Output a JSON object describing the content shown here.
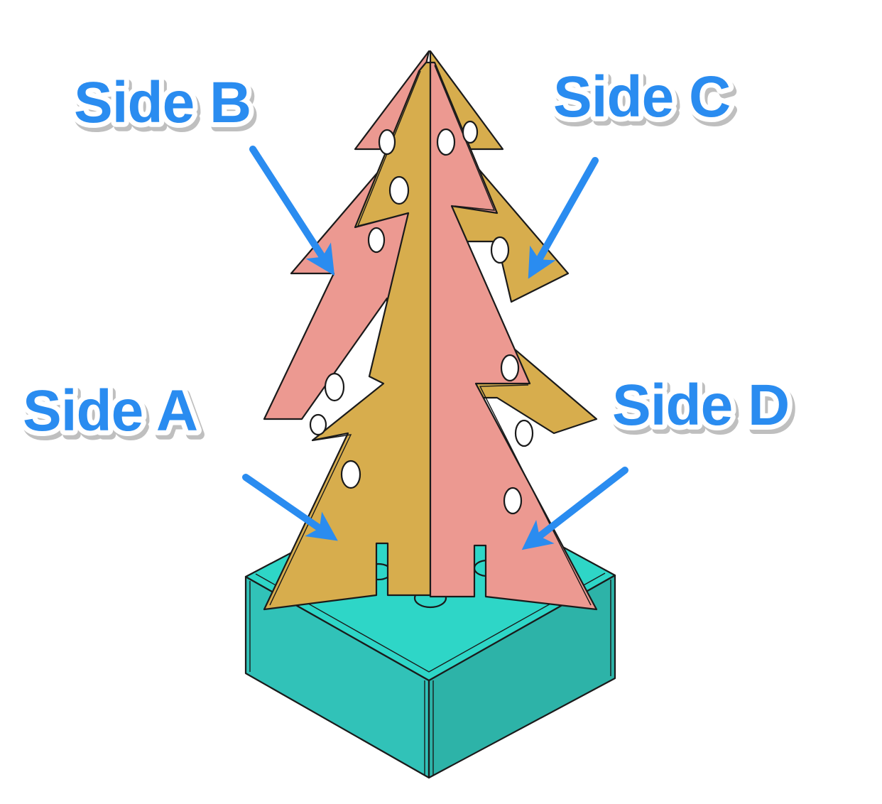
{
  "colors": {
    "side_a_face": "#d7ad4d",
    "side_b_face": "#ec9991",
    "side_c_face": "#d7ad4d",
    "side_d_face": "#ec9991",
    "base_top": "#2ed6c7",
    "base_side_left": "#31c2b8",
    "base_side_right": "#2db3a8",
    "label_blue": "#2a8cf0",
    "arrow_blue": "#2a8cf0"
  },
  "labels": {
    "side_a": "Side A",
    "side_b": "Side B",
    "side_c": "Side C",
    "side_d": "Side D"
  },
  "parts": {
    "base": "base-block",
    "tree": "tree"
  }
}
